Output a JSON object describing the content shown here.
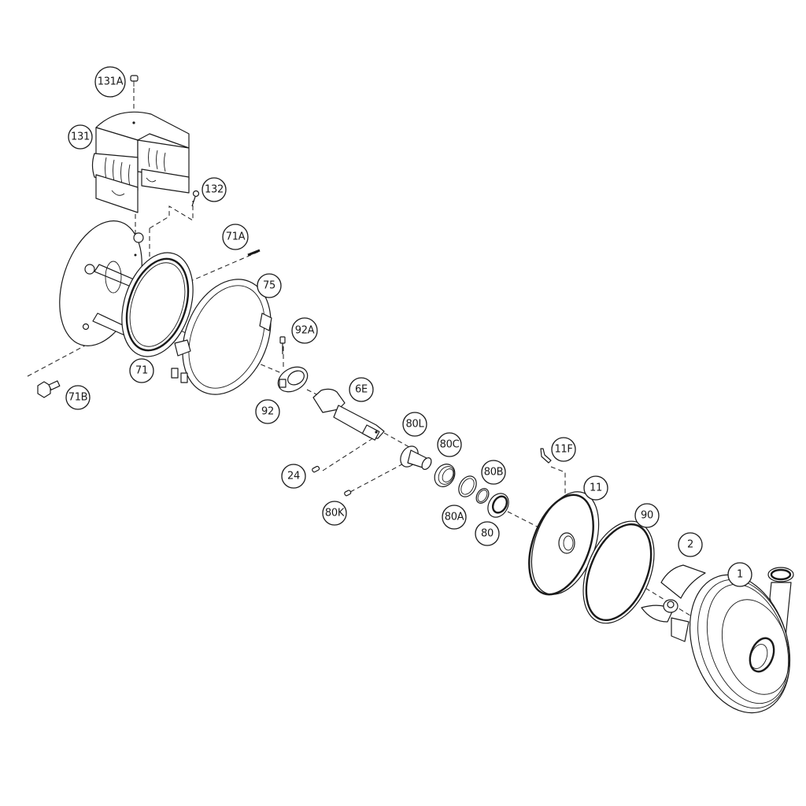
{
  "diagram": {
    "type": "exploded-parts-drawing",
    "subject": "centrifugal pump assembly",
    "background": "#ffffff",
    "line_color": "#1a1a1a"
  },
  "labels": {
    "p131A": "131A",
    "p131": "131",
    "p132": "132",
    "p71A": "71A",
    "p75": "75",
    "p92A": "92A",
    "p71": "71",
    "p71B": "71B",
    "p92": "92",
    "p6E": "6E",
    "p80L": "80L",
    "p80C": "80C",
    "p24": "24",
    "p80B": "80B",
    "p11F": "11F",
    "p11": "11",
    "p80A": "80A",
    "p80K": "80K",
    "p80": "80",
    "p90": "90",
    "p2": "2",
    "p1": "1"
  }
}
